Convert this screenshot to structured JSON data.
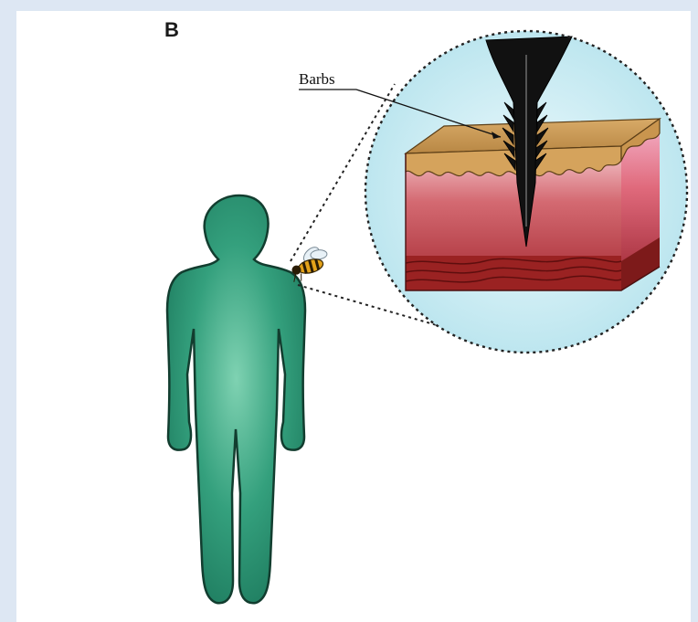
{
  "panel": {
    "letter": "B"
  },
  "callout": {
    "label": "Barbs"
  },
  "colors": {
    "page_background": "#dde7f3",
    "body": "#2f9a78",
    "body_highlight": "#6fc9a8",
    "magnifier_fill": "#cfeef4",
    "epidermis": "#c99a57",
    "dermis": "#c0454b",
    "dermis_light": "#e8a0a8",
    "muscle": "#8e1c1c",
    "stinger": "#111111",
    "bee_body": "#e3a21a"
  },
  "icons": {
    "figure": "human-silhouette",
    "insect": "honeybee-icon",
    "inset": "magnifier-circle"
  }
}
